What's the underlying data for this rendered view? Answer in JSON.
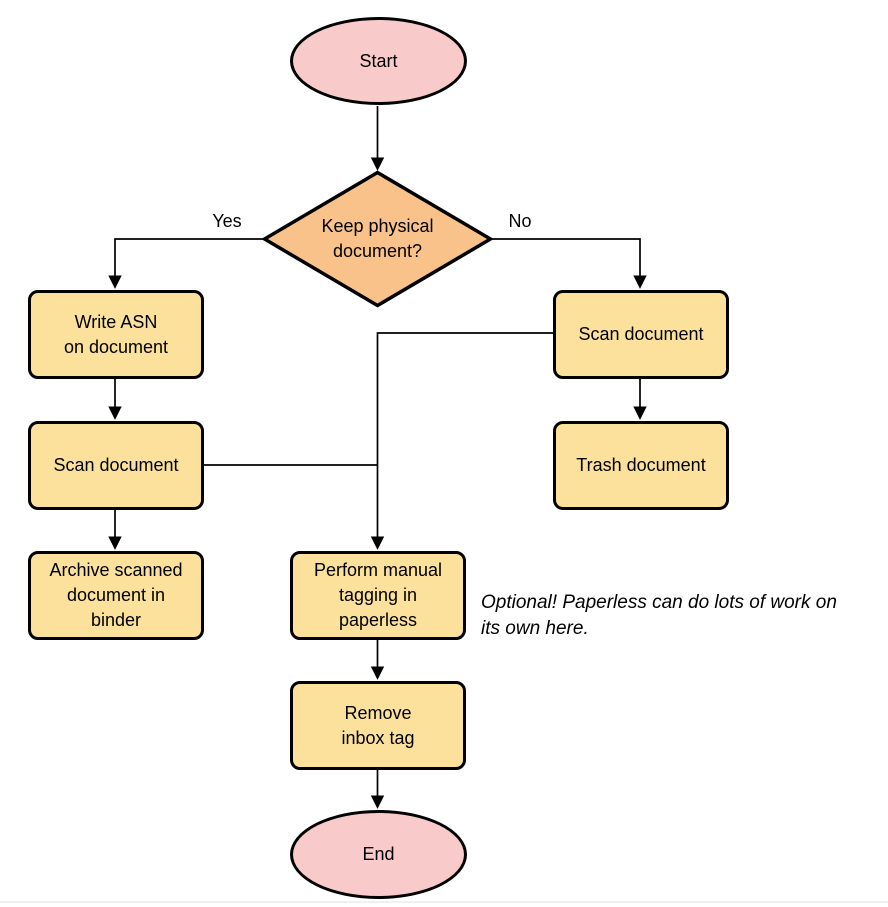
{
  "diagram": {
    "type": "flowchart",
    "nodes": {
      "start": {
        "label": "Start",
        "shape": "terminator"
      },
      "decision": {
        "label": "Keep physical\ndocument?",
        "shape": "decision"
      },
      "write_asn": {
        "label": "Write ASN\non document",
        "shape": "process"
      },
      "scan_left": {
        "label": "Scan document",
        "shape": "process"
      },
      "archive": {
        "label": "Archive scanned\ndocument in\nbinder",
        "shape": "process"
      },
      "scan_right": {
        "label": "Scan document",
        "shape": "process"
      },
      "trash": {
        "label": "Trash document",
        "shape": "process"
      },
      "tagging": {
        "label": "Perform manual\ntagging in\npaperless",
        "shape": "process"
      },
      "remove_inbox": {
        "label": "Remove\ninbox tag",
        "shape": "process"
      },
      "end": {
        "label": "End",
        "shape": "terminator"
      }
    },
    "edge_labels": {
      "yes": "Yes",
      "no": "No"
    },
    "note": {
      "text": "Optional! Paperless can do lots of work on\nits own here."
    },
    "colors": {
      "terminator_fill": "#F8CACA",
      "decision_fill": "#F8C28A",
      "process_fill": "#FBE19B",
      "stroke": "#000000"
    }
  }
}
